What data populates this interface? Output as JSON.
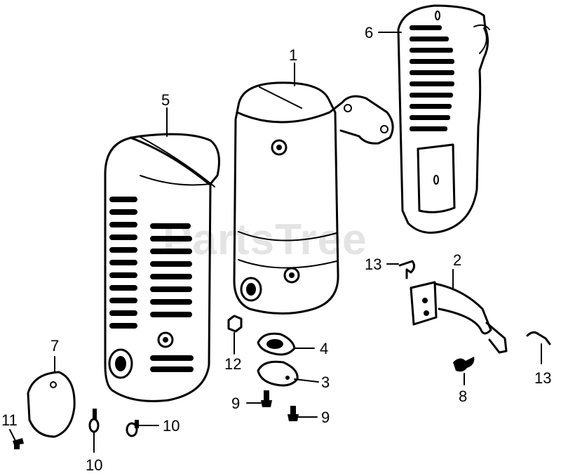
{
  "watermark": "PartsTree",
  "callouts": {
    "c1": "1",
    "c2": "2",
    "c3": "3",
    "c4": "4",
    "c5": "5",
    "c6": "6",
    "c7": "7",
    "c8": "8",
    "c9a": "9",
    "c9b": "9",
    "c10a": "10",
    "c10b": "10",
    "c11": "11",
    "c12": "12",
    "c13a": "13",
    "c13b": "13"
  },
  "colors": {
    "ink": "#000000",
    "paper": "#ffffff",
    "watermark": "#cfcfcf"
  }
}
